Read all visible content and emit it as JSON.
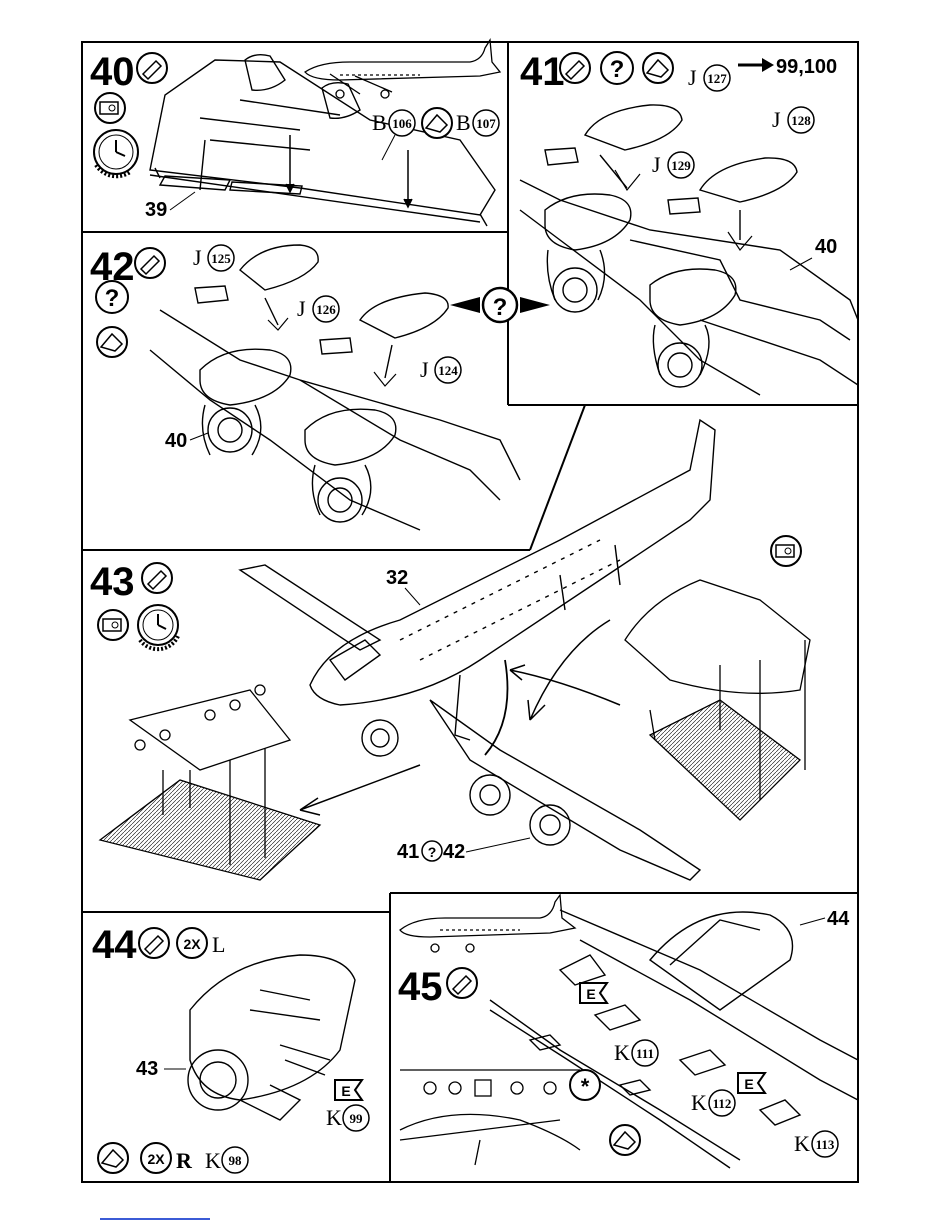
{
  "colors": {
    "ink": "#000000",
    "paper": "#ffffff",
    "link_rule": "#3b5bd6"
  },
  "steps": [
    {
      "id": "40",
      "number": "40",
      "icons": [
        "glue-tube-icon",
        "window-clear-icon",
        "clock-drying-time-icon"
      ],
      "parts": [
        {
          "letter": "B",
          "num": "106"
        },
        {
          "letter": "B",
          "num": "107"
        }
      ],
      "references": [
        "39"
      ]
    },
    {
      "id": "41",
      "number": "41",
      "icons": [
        "glue-tube-icon",
        "question-choice-icon",
        "optional-hand-icon"
      ],
      "arrow_ref": "99,100",
      "parts": [
        {
          "letter": "J",
          "num": "127"
        },
        {
          "letter": "J",
          "num": "128"
        },
        {
          "letter": "J",
          "num": "129"
        }
      ],
      "references": [
        "40"
      ]
    },
    {
      "id": "42",
      "number": "42",
      "icons": [
        "glue-tube-icon",
        "question-choice-icon",
        "optional-hand-icon"
      ],
      "parts": [
        {
          "letter": "J",
          "num": "125"
        },
        {
          "letter": "J",
          "num": "126"
        },
        {
          "letter": "J",
          "num": "124"
        }
      ],
      "references": [
        "40"
      ]
    },
    {
      "id": "43",
      "number": "43",
      "icons": [
        "glue-tube-icon",
        "window-clear-icon",
        "clock-drying-time-icon"
      ],
      "references": [
        "32",
        "41",
        "42"
      ]
    },
    {
      "id": "44",
      "number": "44",
      "icons": [
        "glue-tube-icon",
        "optional-hand-icon"
      ],
      "multiplier": "2X",
      "left": "L",
      "right": "R",
      "parts": [
        {
          "letter": "K",
          "num": "99"
        },
        {
          "letter": "K",
          "num": "98"
        }
      ],
      "references": [
        "43"
      ]
    },
    {
      "id": "45",
      "number": "45",
      "icons": [
        "glue-tube-icon",
        "optional-hand-icon",
        "asterisk-icon"
      ],
      "parts": [
        {
          "letter": "K",
          "num": "111"
        },
        {
          "letter": "K",
          "num": "112"
        },
        {
          "letter": "K",
          "num": "113"
        }
      ],
      "flag_label": "E",
      "references": [
        "44"
      ]
    }
  ]
}
